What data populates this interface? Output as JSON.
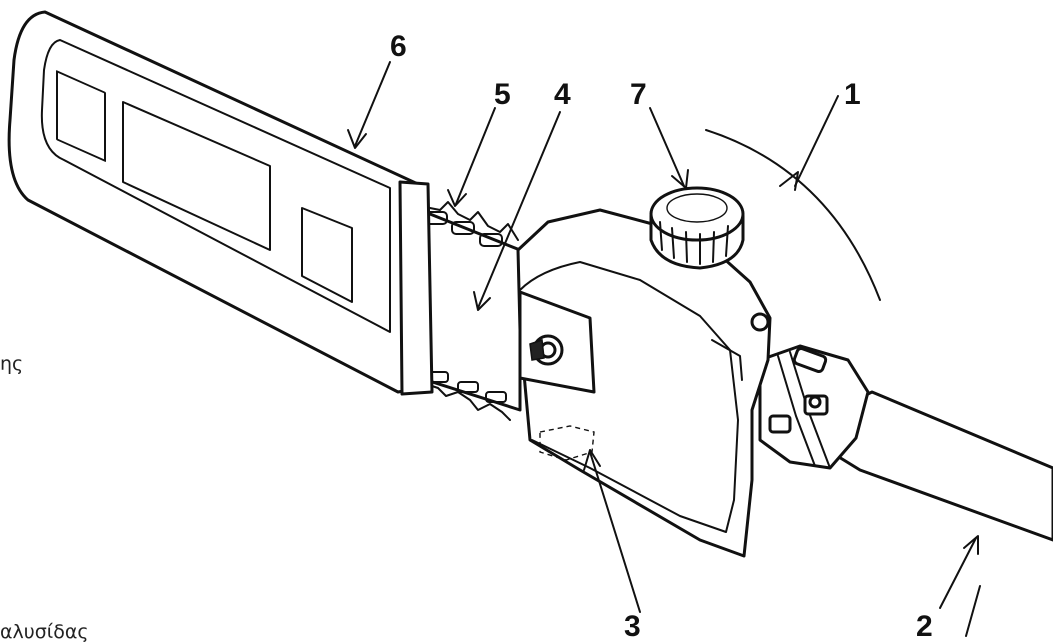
{
  "callouts": {
    "c1": "1",
    "c2": "2",
    "c3": "3",
    "c4": "4",
    "c5": "5",
    "c6": "6",
    "c7": "7"
  },
  "side_text": {
    "line1": "ης",
    "line2": "αλυσίδας"
  }
}
